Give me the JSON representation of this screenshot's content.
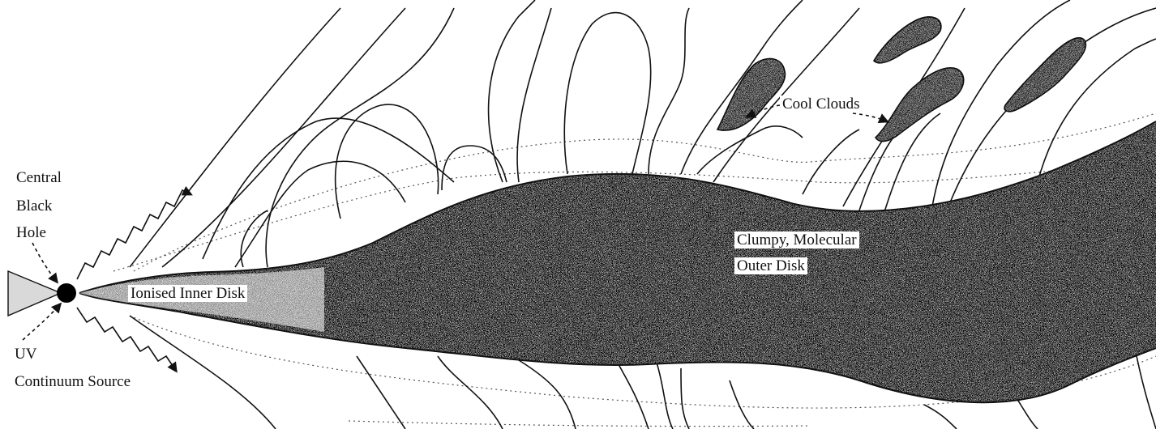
{
  "labels": {
    "central_black_hole": [
      "Central",
      "Black",
      "Hole"
    ],
    "uv_source": [
      "UV",
      "Continuum Source"
    ],
    "inner_disk": "Ionised Inner Disk",
    "outer_disk": [
      "Clumpy, Molecular",
      "Outer Disk"
    ],
    "cool_clouds": "Cool Clouds"
  },
  "colors": {
    "ink": "#111111",
    "paper": "#ffffff",
    "disk_fill": "#8a8a8a"
  }
}
